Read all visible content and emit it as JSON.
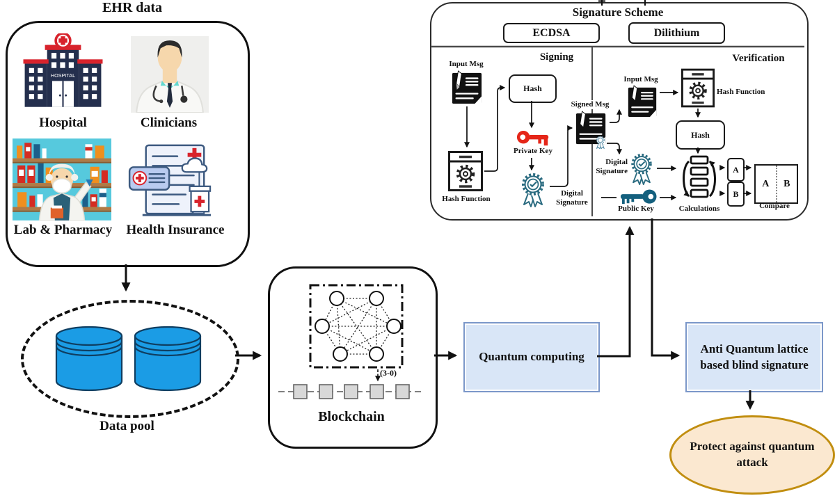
{
  "diagram": {
    "ehr": {
      "title": "EHR data",
      "items": [
        {
          "label": "Hospital",
          "icon": "hospital-building-icon",
          "building_text": "HOSPITAL"
        },
        {
          "label": "Clinicians",
          "icon": "doctor-icon"
        },
        {
          "label": "Lab & Pharmacy",
          "icon": "pharmacy-shelf-icon"
        },
        {
          "label": "Health Insurance",
          "icon": "insurance-document-icon"
        }
      ]
    },
    "data_pool": {
      "label": "Data pool",
      "cylinder_count": 2
    },
    "blockchain": {
      "label": "Blockchain",
      "annotation": "(3-0)",
      "chain_blocks": 5,
      "network_nodes": 6
    },
    "quantum_computing": {
      "label": "Quantum computing"
    },
    "anti_quantum": {
      "line1": "Anti Quantum lattice",
      "line2": "based blind signature"
    },
    "protect": {
      "line1": "Protect against quantum",
      "line2": "attack"
    },
    "signature_scheme": {
      "title": "Signature Scheme",
      "algorithms": [
        {
          "label": "ECDSA"
        },
        {
          "label": "Dilithium"
        }
      ],
      "signing": {
        "title": "Signing",
        "input_msg": "Input Msg",
        "hash_function": "Hash Function",
        "hash": "Hash",
        "private_key": "Private Key",
        "digital_signature_l1": "Digital",
        "digital_signature_l2": "Signature",
        "signed_msg": "Signed Msg"
      },
      "verification": {
        "title": "Verification",
        "input_msg": "Input Msg",
        "hash_function": "Hash Function",
        "hash": "Hash",
        "digital_signature_l1": "Digital",
        "digital_signature_l2": "Signature",
        "public_key": "Public Key",
        "calculations": "Calculations",
        "box_a": "A",
        "box_b": "B",
        "compare_a": "A",
        "compare_b": "B",
        "compare": "Compare"
      }
    },
    "colors": {
      "flow_box_fill": "#d9e6f7",
      "flow_box_border": "#7b97c9",
      "result_ellipse_fill": "#fbe8d0",
      "result_ellipse_border": "#c18e10",
      "cylinder_fill": "#1b9ce5",
      "private_key_red": "#e52619",
      "public_key_teal": "#14607e",
      "rosette_teal": "#2a6b80"
    }
  }
}
